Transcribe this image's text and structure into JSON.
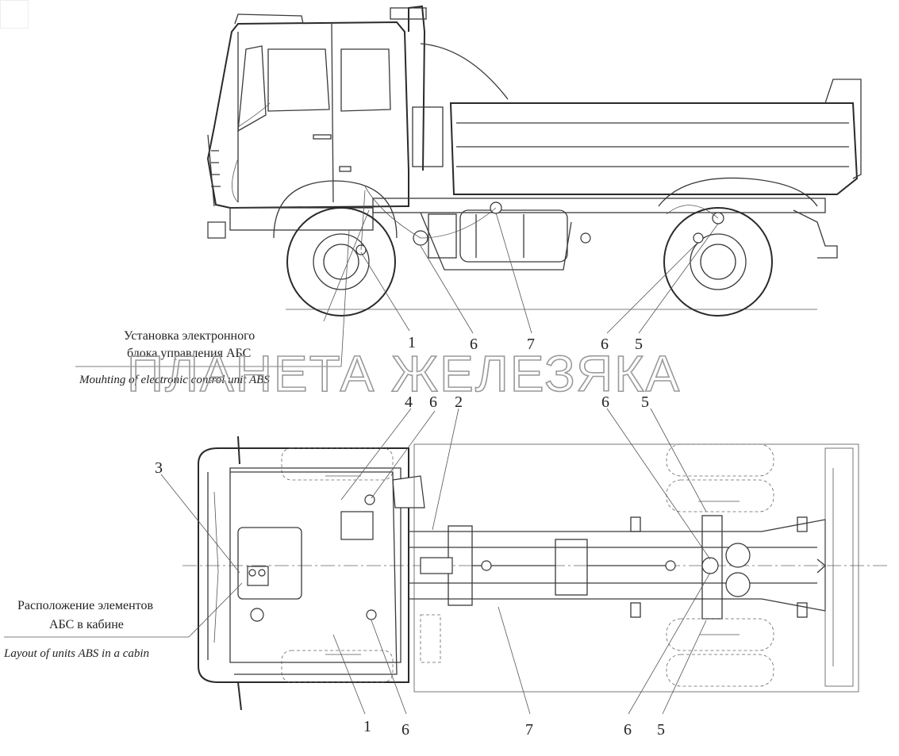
{
  "captions": {
    "mount_ru_line1": "Установка электронного",
    "mount_ru_line2": "блока управления АБС",
    "mount_en": "Mouhting of electronic control unit ABS",
    "layout_ru_line1": "Расположение элементов",
    "layout_ru_line2": "АБС в кабине",
    "layout_en": "Layout of units ABS in a cabin"
  },
  "watermark": "ПЛАНЕТА ЖЕЛЕЗЯКА",
  "callouts": {
    "side": [
      "1",
      "6",
      "7",
      "6",
      "5"
    ],
    "top_upper": [
      "4",
      "6",
      "2",
      "6",
      "5"
    ],
    "top_left": "3",
    "top_lower": [
      "1",
      "6",
      "7",
      "6",
      "5"
    ]
  }
}
